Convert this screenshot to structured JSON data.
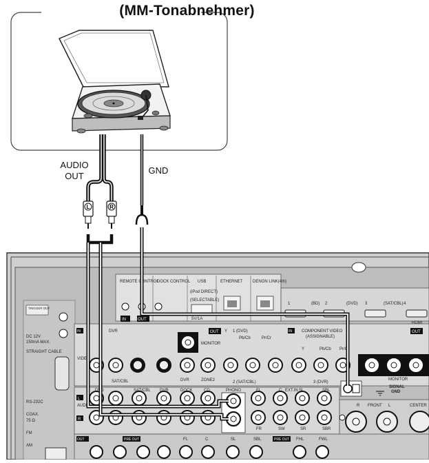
{
  "title": "(MM-Tonabnehmer)",
  "cable_labels": {
    "audio_out_line1": "AUDIO",
    "audio_out_line2": "OUT",
    "gnd": "GND"
  },
  "plug_labels": {
    "left": "L",
    "right": "R"
  },
  "panel_labels": {
    "remote_control": "REMOTE CONTROL",
    "dock_control": "DOCK CONTROL",
    "usb": "USB",
    "usb_sub1": "(iPod DIRECT)",
    "usb_sub2": "(SELECTABLE)",
    "usb_power": "5V/1A",
    "ethernet": "ETHERNET",
    "denon_link": "DENON LINK(4th)",
    "in": "IN",
    "out": "OUT",
    "trigger_out": "TRIGGER OUT",
    "dc12v": "DC 12V",
    "dc12v_max": "150mA MAX.",
    "straight_cable": "STRAIGHT CABLE",
    "rs232c": "RS-232C",
    "coax": "COAX.",
    "coax_ohm": "75 Ω",
    "fm": "FM",
    "am": "AM",
    "video": "VIDEO",
    "audio": "AUDIO",
    "monitor": "MONITOR",
    "dvr": "DVR",
    "dvd": "DVD",
    "sat_cbl": "SAT/CBL",
    "dock": "DOCK",
    "cd": "CD",
    "zone2": "ZONE2",
    "phono": "PHONO",
    "component_video": "COMPONENT VIDEO",
    "assignable": "(ASSIGNABLE)",
    "hdmi": "HDMI",
    "bd": "(BD)",
    "dvd_paren": "(DVD)",
    "satcbl_paren": "(SAT/CBL)",
    "signal_gnd_line1": "SIGNAL",
    "signal_gnd_line2": "GND",
    "front": "FRONT",
    "center": "CENTER",
    "pre_out": "PRE OUT",
    "fl": "FL",
    "c": "C",
    "sl": "SL",
    "sbl": "SBL",
    "fhl": "FHL",
    "fwl": "FWL",
    "fr": "FR",
    "sw": "SW",
    "sr": "SR",
    "sbr": "SBR",
    "ext_in": "EXT.IN",
    "y": "Y",
    "pbcb": "Pb/Cb",
    "prcr": "Pr/Cr",
    "hdmi_1": "1",
    "hdmi_2": "2",
    "hdmi_3": "3",
    "hdmi_4": "4",
    "l_mark": "L",
    "r_mark": "R",
    "one_dvd": "1 (DVD)",
    "two_sat": "2 (SAT/CBL)",
    "three_dvr": "3 (DVR)"
  }
}
